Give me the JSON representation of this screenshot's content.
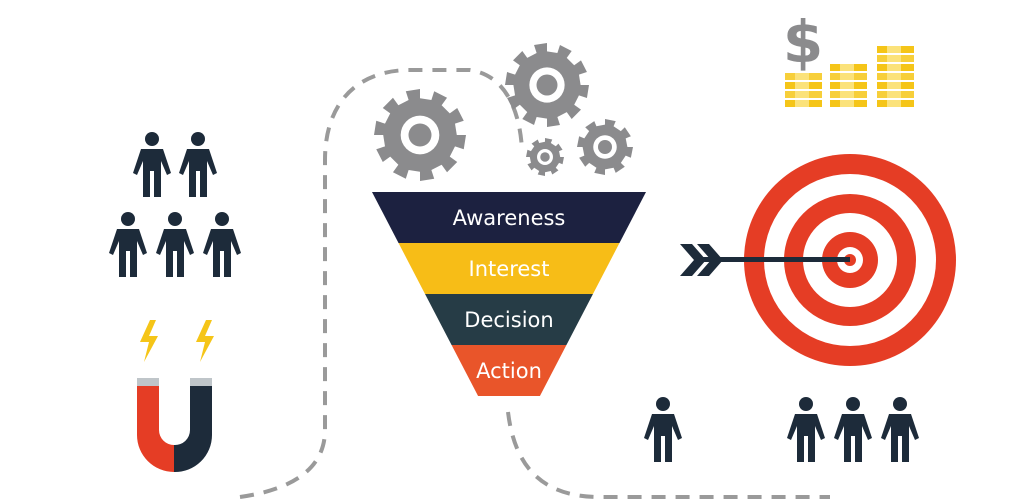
{
  "funnel": {
    "stages": [
      {
        "label": "Awareness",
        "color": "#1c2140"
      },
      {
        "label": "Interest",
        "color": "#f7bd17"
      },
      {
        "label": "Decision",
        "color": "#263c46"
      },
      {
        "label": "Action",
        "color": "#e9552a"
      }
    ]
  },
  "icons": {
    "dollar": "$"
  },
  "colors": {
    "gear": "#8b8b8d",
    "person": "#1d2b3a",
    "target": "#e53d25",
    "coin": "#f5c518",
    "dash": "#9a9a9a"
  }
}
